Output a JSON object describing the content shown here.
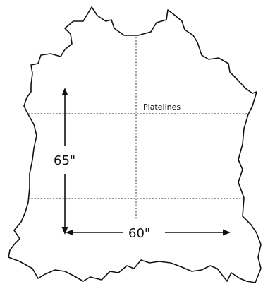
{
  "diagram": {
    "platelines_label": "Platelines",
    "height_label": "65\"",
    "width_label": "60\""
  }
}
